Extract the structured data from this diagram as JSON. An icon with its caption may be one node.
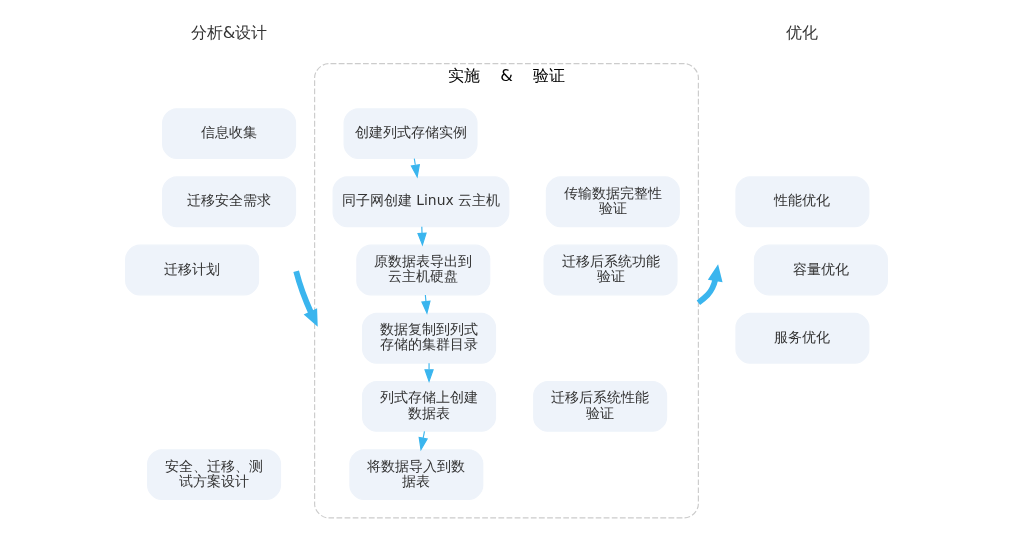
{
  "diagram": {
    "nodes": [
      {
        "text": [
          "信息收集"
        ]
      },
      {
        "text": [
          "迁移安全需求"
        ]
      },
      {
        "text": [
          "迁移计划"
        ]
      },
      {
        "text": [
          "安全、迁移、测试方案设计"
        ]
      },
      {
        "text": [
          "实施",
          "&",
          "验证"
        ]
      },
      {
        "text": [
          "创建列式存储实例"
        ],
        "in": 4
      },
      {
        "text": [
          "同子网创建 Linux 云主机"
        ],
        "in": 4
      },
      {
        "text": [
          "原数据表导出到云主机硬盘"
        ],
        "in": 4
      },
      {
        "text": [
          "数据复制到列式存储的集群目录"
        ],
        "in": 4
      },
      {
        "text": [
          "列式存储上创建数据表"
        ],
        "in": 4
      },
      {
        "text": [
          "将数据导入到数据表"
        ],
        "in": 4
      },
      {
        "text": [
          "传输数据完整性验证"
        ],
        "in": 4
      },
      {
        "text": [
          "迁移后系统功能验证"
        ],
        "in": 4
      },
      {
        "text": [
          "迁移后系统性能验证"
        ],
        "in": 4
      },
      {
        "text": [
          "性能优化"
        ]
      },
      {
        "text": [
          "容量优化"
        ]
      },
      {
        "text": [
          "服务优化"
        ]
      }
    ],
    "edges": [
      {
        "from": 5,
        "to": 6,
        "arrow": "to"
      },
      {
        "from": 6,
        "to": 7,
        "arrow": "to"
      },
      {
        "from": 7,
        "to": 8,
        "arrow": "to"
      },
      {
        "from": 8,
        "to": 9,
        "arrow": "to"
      },
      {
        "from": 9,
        "to": 10,
        "arrow": "to"
      },
      {
        "from": null,
        "to": 4,
        "arrow": "to",
        "style": "thick"
      },
      {
        "from": 4,
        "to": null,
        "arrow": "to",
        "style": "thick"
      }
    ],
    "labels": [
      "分析&设计",
      "优化"
    ]
  }
}
